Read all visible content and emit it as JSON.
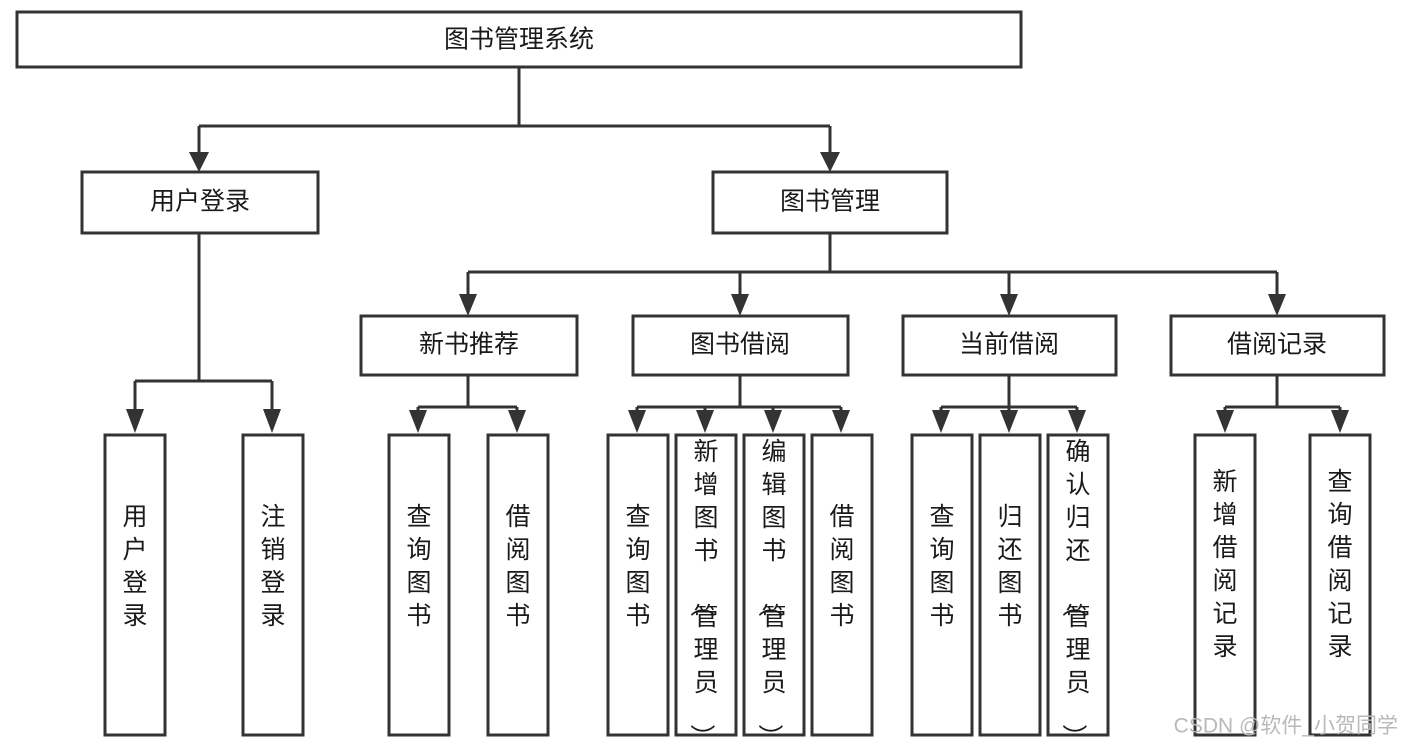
{
  "diagram": {
    "title": "图书管理系统",
    "type": "tree-hierarchy-chart",
    "orientation": "top-down",
    "colors": {
      "box_fill": "#ffffff",
      "box_stroke": "#333333",
      "text": "#1a1a1a",
      "background": "#ffffff",
      "watermark": "#b9b9b9"
    },
    "root": {
      "label": "图书管理系统"
    },
    "level2": [
      {
        "label": "用户登录"
      },
      {
        "label": "图书管理"
      }
    ],
    "level3": [
      {
        "label": "新书推荐"
      },
      {
        "label": "图书借阅"
      },
      {
        "label": "当前借阅"
      },
      {
        "label": "借阅记录"
      }
    ],
    "leaves": {
      "user_login": [
        {
          "label": "用户登录"
        },
        {
          "label": "注销登录"
        }
      ],
      "new_book_recommend": [
        {
          "label": "查询图书"
        },
        {
          "label": "借阅图书"
        }
      ],
      "book_borrow": [
        {
          "label": "查询图书"
        },
        {
          "label": "新增图书（管理员）"
        },
        {
          "label": "编辑图书（管理员）"
        },
        {
          "label": "借阅图书"
        }
      ],
      "current_borrow": [
        {
          "label": "查询图书"
        },
        {
          "label": "归还图书"
        },
        {
          "label": "确认归还（管理员）"
        }
      ],
      "borrow_record": [
        {
          "label": "新增借阅记录"
        },
        {
          "label": "查询借阅记录"
        }
      ]
    }
  },
  "watermark": {
    "text": "CSDN @软件_小贺同学"
  }
}
